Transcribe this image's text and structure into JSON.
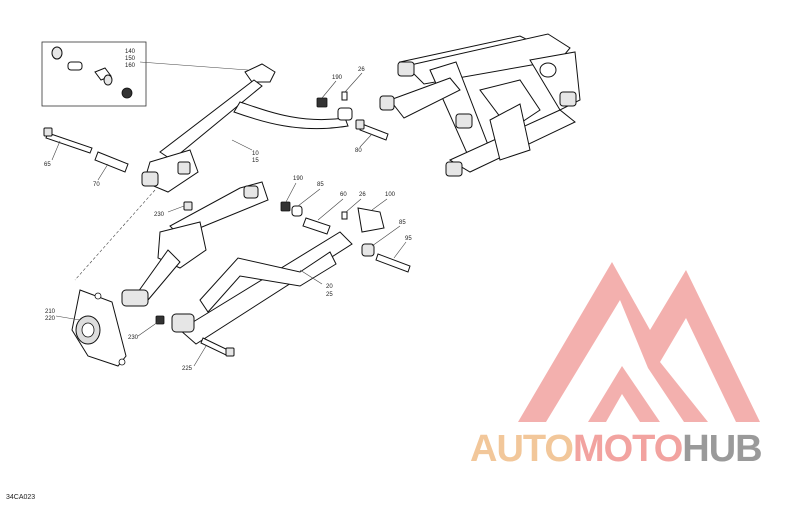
{
  "diagram": {
    "code": "34CA023",
    "callouts": [
      {
        "id": "c140",
        "text": "140"
      },
      {
        "id": "c150",
        "text": "150"
      },
      {
        "id": "c160",
        "text": "160"
      },
      {
        "id": "c190a",
        "text": "190"
      },
      {
        "id": "c26a",
        "text": "26"
      },
      {
        "id": "c10",
        "text": "10"
      },
      {
        "id": "c15",
        "text": "15"
      },
      {
        "id": "c80a",
        "text": "80"
      },
      {
        "id": "c65",
        "text": "65"
      },
      {
        "id": "c70",
        "text": "70"
      },
      {
        "id": "c230a",
        "text": "230"
      },
      {
        "id": "c190b",
        "text": "190"
      },
      {
        "id": "c85a",
        "text": "85"
      },
      {
        "id": "c60",
        "text": "60"
      },
      {
        "id": "c26b",
        "text": "26"
      },
      {
        "id": "c100",
        "text": "100"
      },
      {
        "id": "c85b",
        "text": "85"
      },
      {
        "id": "c95",
        "text": "95"
      },
      {
        "id": "c20",
        "text": "20"
      },
      {
        "id": "c25",
        "text": "25"
      },
      {
        "id": "c210",
        "text": "210"
      },
      {
        "id": "c220",
        "text": "220"
      },
      {
        "id": "c230b",
        "text": "230"
      },
      {
        "id": "c225",
        "text": "225"
      }
    ]
  },
  "watermark": {
    "auto": "AUTO",
    "moto": "MOTO",
    "hub": "HUB",
    "colors": {
      "triangle": "#f2a3a0",
      "auto": "#f2c79a",
      "hub": "#9a9a9a"
    }
  }
}
